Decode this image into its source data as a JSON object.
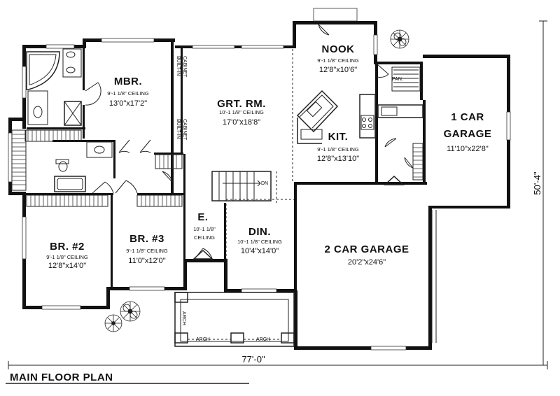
{
  "title": "MAIN FLOOR PLAN",
  "dimensions": {
    "width": "77'-0\"",
    "depth": "50'-4\""
  },
  "rooms": {
    "mbr": {
      "name": "MBR.",
      "ceiling": "9'-1 1/8\" CEILING",
      "size": "13'0\"x17'2\""
    },
    "grt_rm": {
      "name": "GRT. RM.",
      "ceiling": "10'-1 1/8\" CEILING",
      "size": "17'0\"x18'8\""
    },
    "nook": {
      "name": "NOOK",
      "ceiling": "9'-1 1/8\" CEILING",
      "size": "12'8\"x10'6\""
    },
    "kit": {
      "name": "KIT.",
      "ceiling": "9'-1 1/8\" CEILING",
      "size": "12'8\"x13'10\""
    },
    "garage1": {
      "name_line1": "1 CAR",
      "name_line2": "GARAGE",
      "size": "11'10\"x22'8\""
    },
    "garage2": {
      "name": "2 CAR GARAGE",
      "size": "20'2\"x24'6\""
    },
    "br2": {
      "name": "BR. #2",
      "ceiling": "9'-1 1/8\" CEILING",
      "size": "12'8\"x14'0\""
    },
    "br3": {
      "name": "BR. #3",
      "ceiling": "9'-1 1/8\" CEILING",
      "size": "11'0\"x12'0\""
    },
    "entry": {
      "name": "E.",
      "ceiling_line1": "10'-1 1/8\"",
      "ceiling_line2": "CEILING"
    },
    "din": {
      "name": "DIN.",
      "ceiling": "10'-1 1/8\" CEILING",
      "size": "10'4\"x14'0\""
    }
  },
  "labels": {
    "built_in_1": "BUILT-IN",
    "cabinet_1": "CABINET",
    "built_in_2": "BUILT-IN",
    "cabinet_2": "CABINET",
    "pantry": "PAN.",
    "stair_dn": "DN",
    "arch_left": "ARCH",
    "arch_mid": "ARCH",
    "arch_right": "ARCH"
  }
}
